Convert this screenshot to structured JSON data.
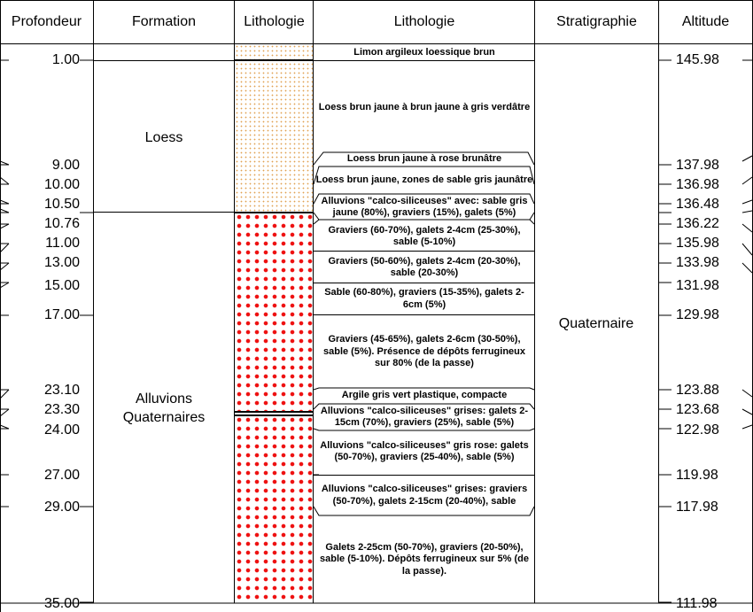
{
  "headers": {
    "profondeur": "Profondeur",
    "formation": "Formation",
    "lithologie_symbol": "Lithologie",
    "lithologie_desc": "Lithologie",
    "stratigraphie": "Stratigraphie",
    "altitude": "Altitude"
  },
  "depths": [
    "1.00",
    "9.00",
    "10.00",
    "10.50",
    "10.76",
    "11.00",
    "13.00",
    "15.00",
    "17.00",
    "23.10",
    "23.30",
    "24.00",
    "27.00",
    "29.00",
    "35.00"
  ],
  "altitudes": [
    "145.98",
    "137.98",
    "136.98",
    "136.48",
    "136.22",
    "135.98",
    "133.98",
    "131.98",
    "129.98",
    "123.88",
    "123.68",
    "122.98",
    "119.98",
    "117.98",
    "111.98"
  ],
  "formations": {
    "loess": "Loess",
    "alluvions_line1": "Alluvions",
    "alluvions_line2": "Quaternaires"
  },
  "stratigraphie": "Quaternaire",
  "descriptions": [
    "Limon argileux loessique brun",
    "Loess brun jaune à brun jaune à gris verdâtre",
    "Loess brun jaune à rose brunâtre",
    "Loess brun jaune, zones de sable gris jaunâtre",
    "Alluvions \"calco-siliceuses\" avec: sable gris jaune (80%), graviers (15%), galets (5%)",
    "Graviers (60-70%), galets 2-4cm (25-30%), sable (5-10%)",
    "Graviers (50-60%), galets 2-4cm (20-30%), sable (20-30%)",
    "Sable (60-80%), graviers (15-35%), galets 2-6cm (5%)",
    "Graviers (45-65%), galets 2-6cm (30-50%), sable (5%). Présence de dépôts ferrugineux sur 80% (de la passe)",
    "Argile gris vert plastique, compacte",
    "Alluvions \"calco-siliceuses\" grises: galets 2-15cm (70%), graviers (25%), sable (5%)",
    "Alluvions \"calco-siliceuses\" gris rose: galets (50-70%), graviers (25-40%), sable (5%)",
    "Alluvions \"calco-siliceuses\" grises: graviers (50-70%), galets 2-15cm (20-40%), sable",
    "Galets 2-25cm (50-70%), graviers (20-50%), sable (5-10%). Dépôts ferrugineux sur 5% (de la passe)."
  ],
  "colors": {
    "loess_dots": "#e0a050",
    "gravel_dots": "#ee1111",
    "lines": "#000000"
  }
}
